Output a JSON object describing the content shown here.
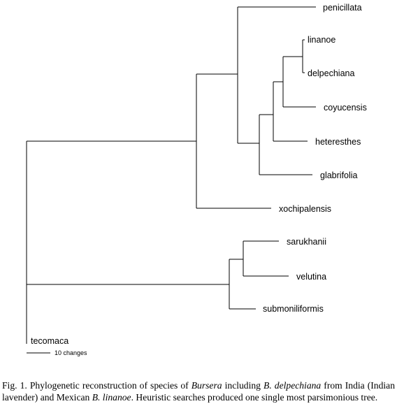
{
  "tree": {
    "taxa": {
      "penicillata": "penicillata",
      "linanoe": "linanoe",
      "delpechiana": "delpechiana",
      "coyucensis": "coyucensis",
      "heteresthes": "heteresthes",
      "glabrifolia": "glabrifolia",
      "xochipalensis": "xochipalensis",
      "sarukhanii": "sarukhanii",
      "velutina": "velutina",
      "submoniliformis": "submoniliformis",
      "tecomaca": "tecomaca"
    },
    "scale_bar_label": "10 changes"
  },
  "caption": {
    "p1": "Fig. 1. Phylogenetic reconstruction of species of ",
    "i1": "Bursera",
    "p2": " including ",
    "i2": "B. delpechiana",
    "p3": " from India (Indian lavender) and Mexican ",
    "i3": "B. linanoe",
    "p4": ". Heuristic searches produced one single most parsimonious tree."
  }
}
